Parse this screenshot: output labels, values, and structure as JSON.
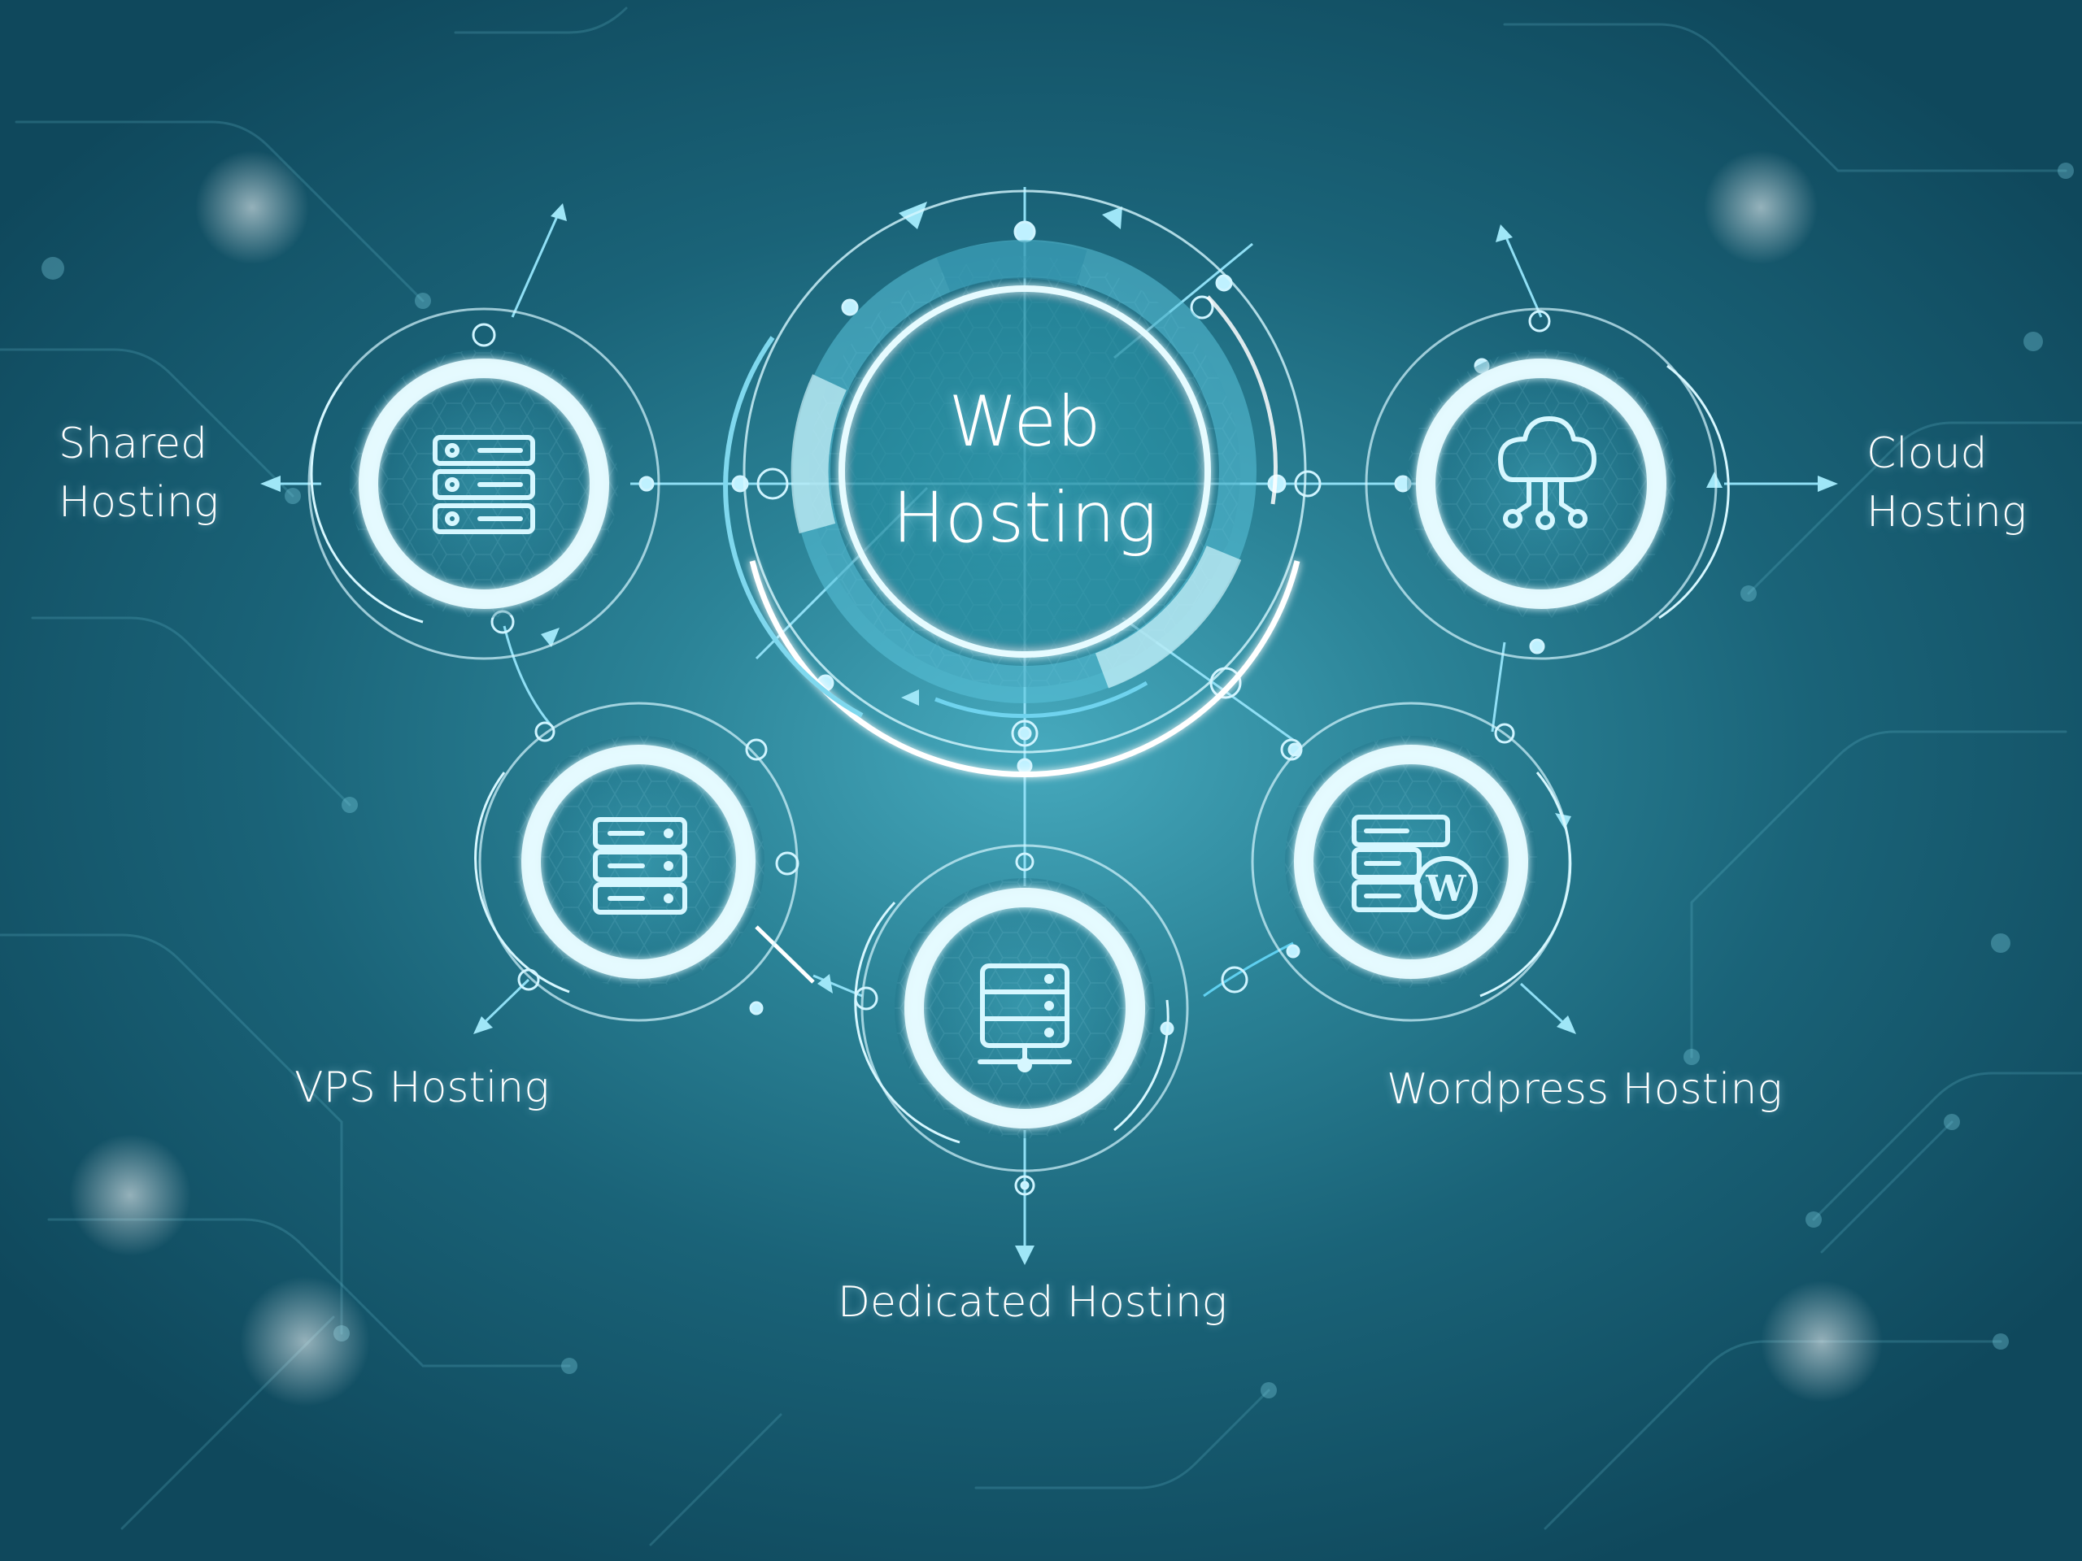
{
  "hub": {
    "line1": "Web",
    "line2": "Hosting"
  },
  "services": [
    {
      "id": "shared",
      "line1": "Shared",
      "line2": "Hosting",
      "icon": "server-rack-icon"
    },
    {
      "id": "cloud",
      "line1": "Cloud",
      "line2": "Hosting",
      "icon": "cloud-network-icon"
    },
    {
      "id": "vps",
      "line1": "VPS Hosting",
      "icon": "server-stack-icon"
    },
    {
      "id": "wordpress",
      "line1": "Wordpress Hosting",
      "icon": "wordpress-server-icon"
    },
    {
      "id": "dedicated",
      "line1": "Dedicated Hosting",
      "icon": "dedicated-server-icon"
    }
  ],
  "colors": {
    "background_center": "#46a9bd",
    "background_edge": "#0f485c",
    "ring": "#d6f7ff",
    "line": "#8fdff5",
    "text": "#ffffff"
  }
}
